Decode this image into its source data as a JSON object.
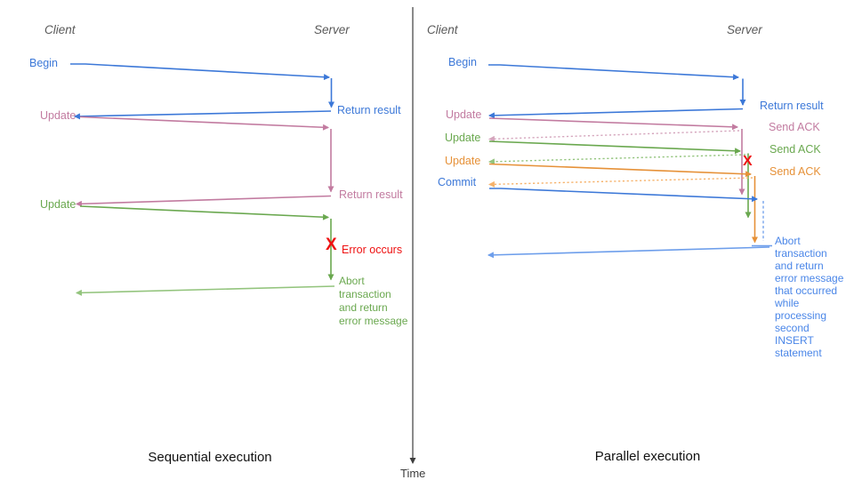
{
  "colors": {
    "blue": "#3c78d8",
    "blue_light": "#6d9eeb",
    "blue_text": "#4a86e8",
    "pink": "#c27ba0",
    "pink_light": "#d5a6bd",
    "green": "#6aa84f",
    "green_light": "#93c47d",
    "orange": "#e69138",
    "orange_light": "#f6b26b",
    "red": "#ee1111",
    "gray_label": "#595959",
    "axis": "#3d3d3d",
    "title": "#111111"
  },
  "time_axis": {
    "label": "Time"
  },
  "sequential": {
    "title": "Sequential execution",
    "client_label": "Client",
    "server_label": "Server",
    "begin_label": "Begin",
    "return_result_1": "Return result",
    "update_1": "Update",
    "return_result_2": "Return result",
    "update_2": "Update",
    "error_x": "X",
    "error_label": "Error occurs",
    "abort_note": "Abort\ntransaction\nand return\nerror message"
  },
  "parallel": {
    "title": "Parallel execution",
    "client_label": "Client",
    "server_label": "Server",
    "begin_label": "Begin",
    "return_result": "Return result",
    "update_1": "Update",
    "send_ack_1": "Send ACK",
    "update_2": "Update",
    "send_ack_2": "Send ACK",
    "update_3": "Update",
    "send_ack_3": "Send ACK",
    "commit_label": "Commit",
    "error_x": "X",
    "abort_note": "Abort\ntransaction\nand return\nerror message\nthat occurred\nwhile\nprocessing\nsecond\nINSERT\nstatement"
  }
}
